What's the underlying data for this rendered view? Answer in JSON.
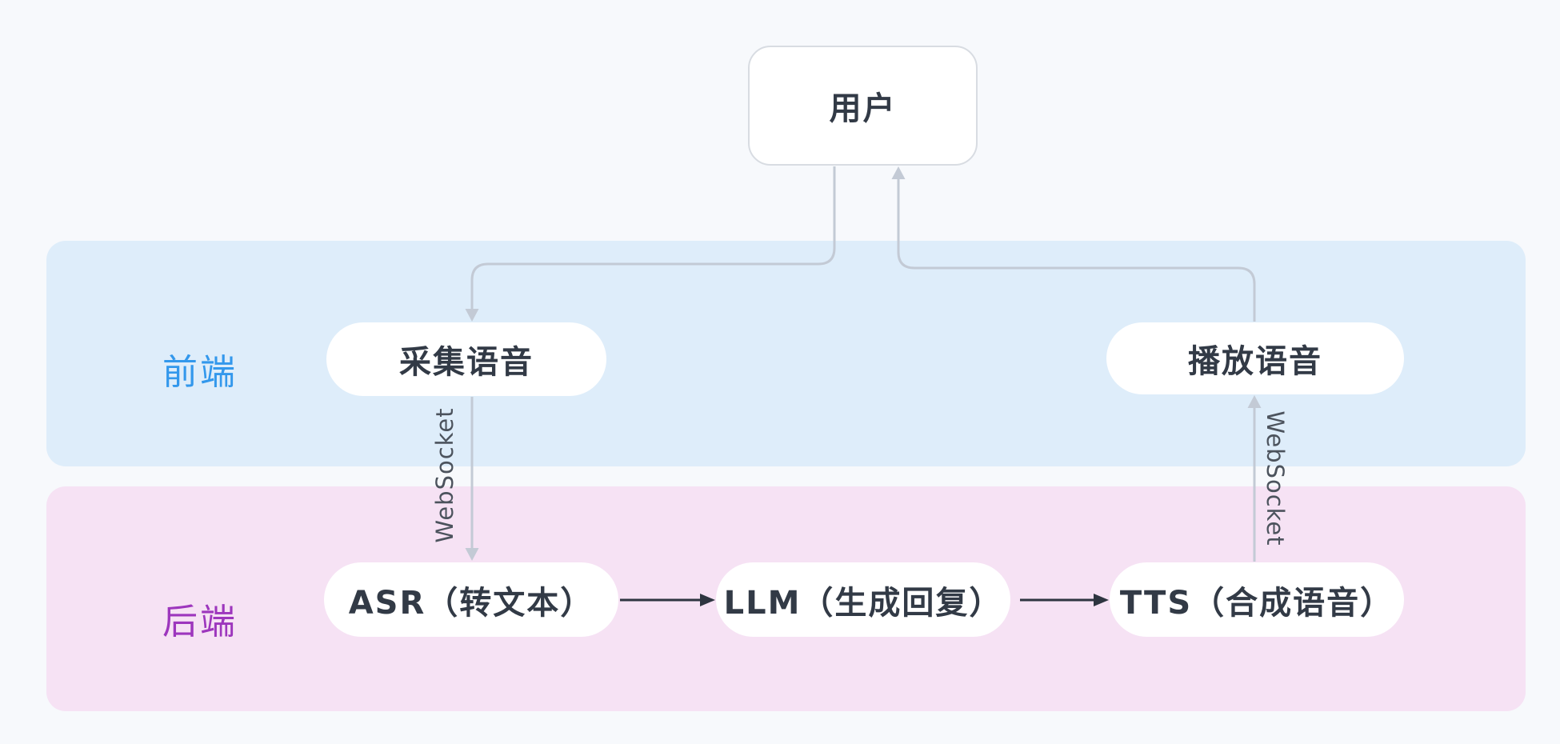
{
  "diagram": {
    "user_label": "用户",
    "frontend_label": "前端",
    "backend_label": "后端",
    "capture_label": "采集语音",
    "play_label": "播放语音",
    "asr_label": "ASR（转文本）",
    "llm_label": "LLM（生成回复）",
    "tts_label": "TTS（合成语音）",
    "ws_left_label": "WebSocket",
    "ws_right_label": "WebSocket"
  },
  "colors": {
    "background": "#f7f9fc",
    "frontend_band": "#deedfa",
    "backend_band": "#f6e2f4",
    "frontend_label": "#3398ec",
    "backend_label": "#9d36bd",
    "node_fill": "#ffffff",
    "node_text": "#323a46",
    "user_border": "#d8dce2",
    "connector_gray": "#c3cad5",
    "connector_dark": "#2e3540",
    "websocket_text": "#4c535d"
  }
}
